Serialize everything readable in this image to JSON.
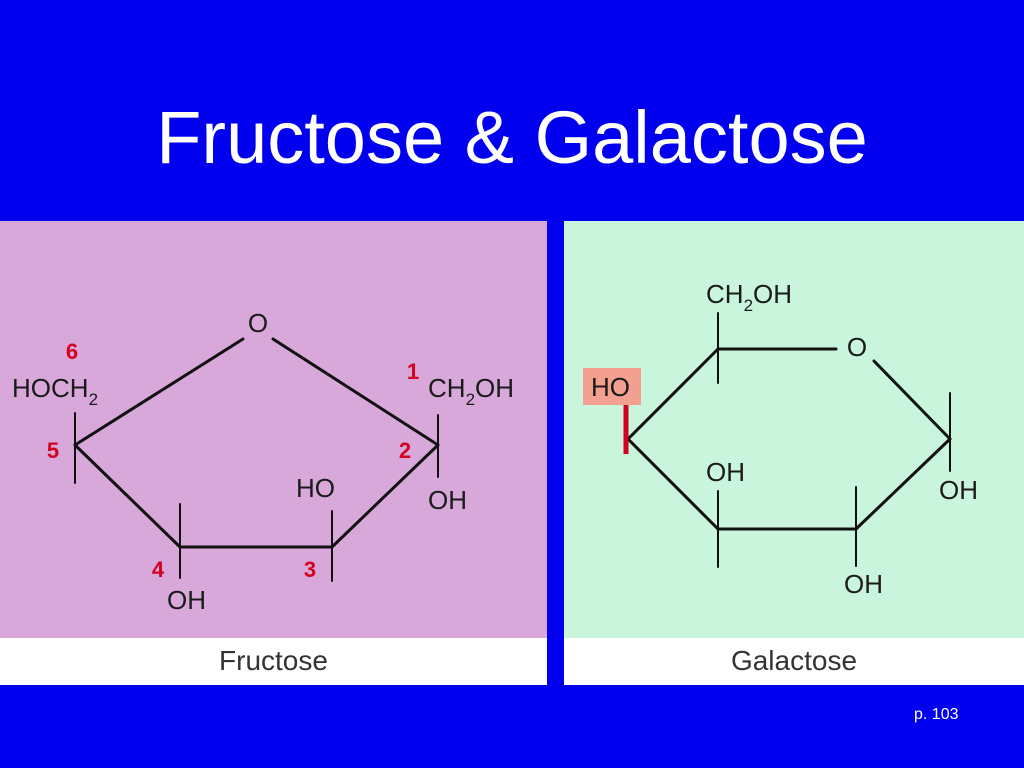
{
  "slide": {
    "title": "Fructose & Galactose",
    "page_number": "p. 103",
    "background_color": "#0000ee"
  },
  "fructose": {
    "caption": "Fructose",
    "panel_color": "#d8a8da",
    "ring_oxygen": "O",
    "c6_group": {
      "main": "HOCH",
      "sub": "2"
    },
    "c1_group": {
      "main": "CH",
      "sub": "2",
      "tail": "OH"
    },
    "c2_substituent": "OH",
    "c3_substituent": "HO",
    "c4_substituent": "OH",
    "carbon_numbers": [
      "1",
      "2",
      "3",
      "4",
      "5",
      "6"
    ],
    "number_color": "#d40020"
  },
  "galactose": {
    "caption": "Galactose",
    "panel_color": "#c8f5dc",
    "ring_oxygen": "O",
    "c6_group": {
      "main": "CH",
      "sub": "2",
      "tail": "OH"
    },
    "c4_substituent": "HO",
    "c3_substituent": "OH",
    "c1_substituent": "OH",
    "c2_substituent": "OH",
    "highlight_color": "#f4a090",
    "highlight_bond_color": "#d40020"
  }
}
